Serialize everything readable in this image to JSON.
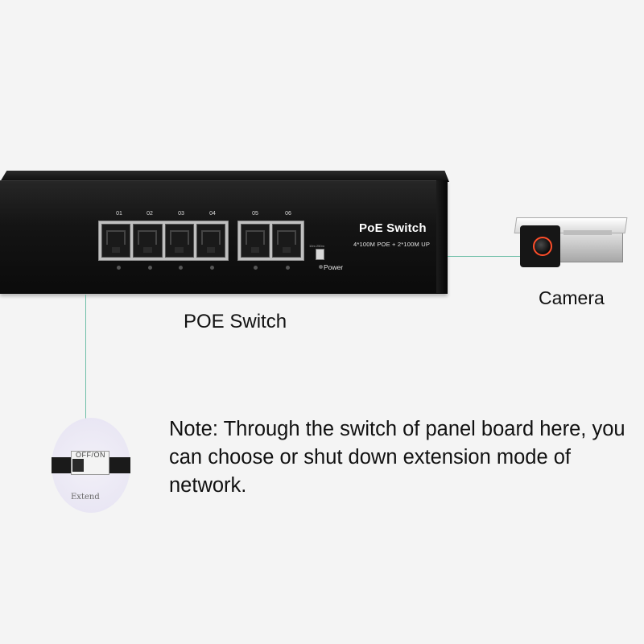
{
  "switch": {
    "title": "PoE Switch",
    "subtitle": "4*100M POE + 2*100M UP",
    "power_label": "Power",
    "dip_label": "10m 250m",
    "ports": [
      "01",
      "02",
      "03",
      "04",
      "05",
      "06"
    ]
  },
  "camera": {
    "label": "Camera"
  },
  "captions": {
    "switch": "POE Switch",
    "note": "Note: Through the switch of panel board here, you can choose or shut down extension mode of network."
  },
  "zoom": {
    "onoff_label": "OFF/ON",
    "extend_label": "Extend"
  },
  "colors": {
    "connector_line": "#6fbfa8",
    "background": "#f4f4f4"
  }
}
